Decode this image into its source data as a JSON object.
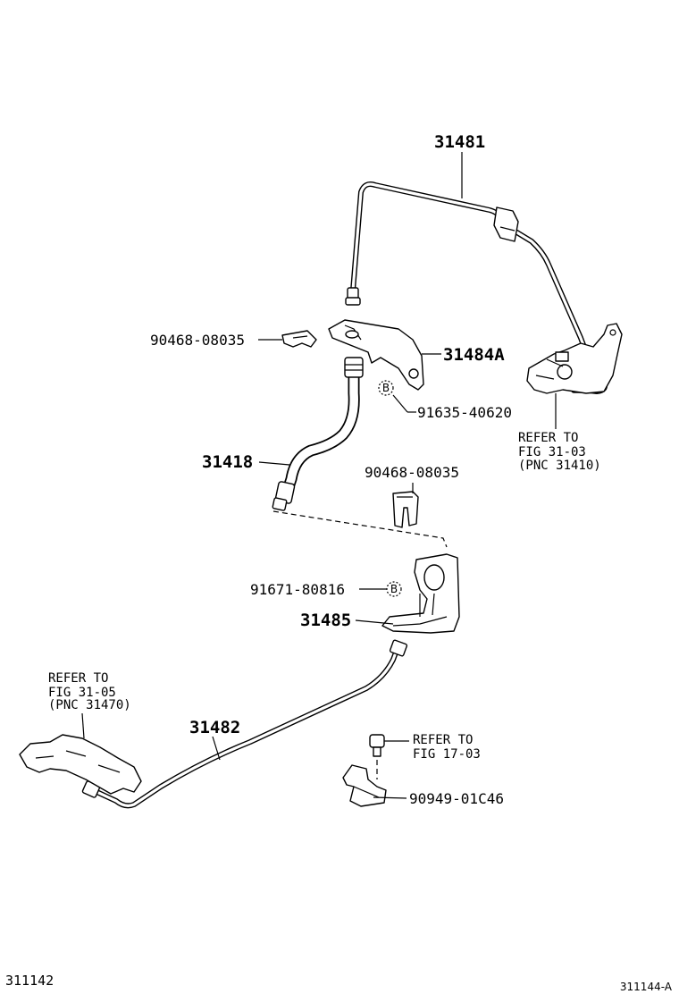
{
  "parts": {
    "p31481": "31481",
    "p31484a": "31484A",
    "p31418": "31418",
    "p31485": "31485",
    "p31482": "31482",
    "clip_top": "90468-08035",
    "clip_mid": "90468-08035",
    "bolt_top": "91635-40620",
    "bolt_mid": "91671-80816",
    "clamp_bottom": "90949-01C46"
  },
  "badges": {
    "bolt_top": "B",
    "bolt_mid": "B"
  },
  "references": {
    "fig_31_03": [
      "REFER TO",
      "FIG 31-03",
      "(PNC 31410)"
    ],
    "fig_31_05": [
      "REFER TO",
      "FIG 31-05",
      "(PNC 31470)"
    ],
    "fig_17_03": [
      "REFER TO",
      "FIG 17-03"
    ]
  },
  "footer": {
    "left_id": "311142",
    "right_id": "311144-A"
  }
}
